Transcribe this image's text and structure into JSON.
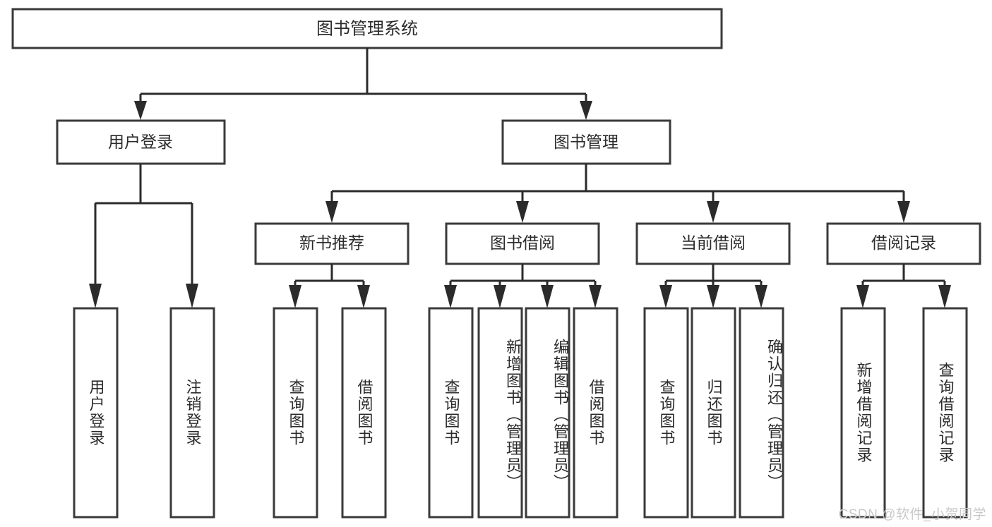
{
  "diagram": {
    "type": "tree",
    "title": "图书管理系统",
    "orientation": "top-down",
    "colors": {
      "box_stroke": "#3a3a3a",
      "connector": "#2b2b2b",
      "background": "#ffffff",
      "text": "#2b2b2b",
      "watermark": "#c9c9c9"
    },
    "root": {
      "label": "图书管理系统"
    },
    "level2": [
      {
        "label": "用户登录"
      },
      {
        "label": "图书管理"
      }
    ],
    "level3": [
      {
        "label": "新书推荐"
      },
      {
        "label": "图书借阅"
      },
      {
        "label": "当前借阅"
      },
      {
        "label": "借阅记录"
      }
    ],
    "leaves": {
      "user_login": [
        {
          "label": "用户登录"
        },
        {
          "label": "注销登录"
        }
      ],
      "new_book": [
        {
          "label": "查询图书"
        },
        {
          "label": "借阅图书"
        }
      ],
      "book_borrow": [
        {
          "label": "查询图书"
        },
        {
          "label": "新增图书（管理员）"
        },
        {
          "label": "编辑图书（管理员）"
        },
        {
          "label": "借阅图书"
        }
      ],
      "current_borrow": [
        {
          "label": "查询图书"
        },
        {
          "label": "归还图书"
        },
        {
          "label": "确认归还（管理员）"
        }
      ],
      "borrow_record": [
        {
          "label": "新增借阅记录"
        },
        {
          "label": "查询借阅记录"
        }
      ]
    },
    "watermark": "CSDN @软件_小贺同学"
  }
}
